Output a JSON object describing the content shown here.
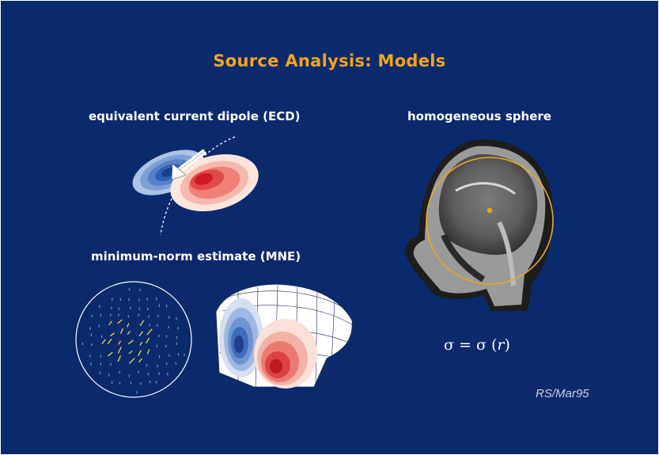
{
  "slide": {
    "title": "Source Analysis: Models",
    "ecd_label": "equivalent current dipole (ECD)",
    "sphere_label": "homogeneous sphere",
    "mne_label": "minimum-norm estimate (MNE)",
    "formula_left": "σ = σ (",
    "formula_var": "r",
    "formula_right": ")",
    "signature": "RS/Mar95"
  },
  "colors": {
    "background": "#0b2a6e",
    "title": "#f2a516",
    "negative": "#2b63b8",
    "positive": "#d0171f",
    "arrow": "#f3d640"
  },
  "icons": {
    "dipole": "dipole-field-map",
    "mri": "sagittal-mri-head",
    "sphere": "sphere-arrow-map",
    "mesh": "head-mesh-map"
  }
}
